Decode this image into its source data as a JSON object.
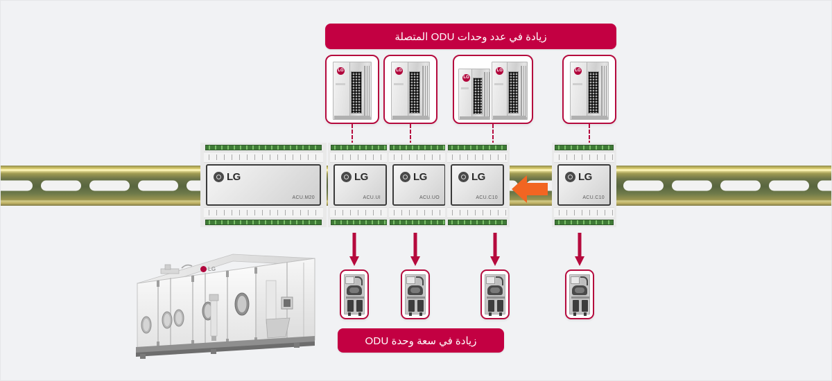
{
  "page": {
    "title": "LG AHU Communication Kit — Expandability Diagram",
    "background_color": "#f1f2f4"
  },
  "colors": {
    "crimson": "#c30042",
    "crimson_border": "#b50a3d",
    "orange_arrow": "#f26522",
    "rail_olive": "#6a7348",
    "rail_gold": "#c6b86a",
    "white": "#ffffff"
  },
  "callouts": {
    "top": {
      "text": "زيادة في عدد وحدات ODU المتصلة",
      "color": "#c30042"
    },
    "bottom": {
      "text": "زيادة في سعة وحدة ODU",
      "color": "#c30042"
    }
  },
  "odu_boxes": [
    {
      "id": "odu-1",
      "unit_count": 1,
      "brand": "LG",
      "alt": "outdoor-unit-single"
    },
    {
      "id": "odu-2",
      "unit_count": 1,
      "brand": "LG",
      "alt": "outdoor-unit-single"
    },
    {
      "id": "odu-3",
      "unit_count": 2,
      "brand": "LG",
      "alt": "outdoor-unit-pair"
    },
    {
      "id": "odu-4",
      "unit_count": 1,
      "brand": "LG",
      "alt": "outdoor-unit-single"
    }
  ],
  "modules": [
    {
      "id": "module-1",
      "brand": "LG",
      "model": "ACU.M20",
      "type": "main-controller"
    },
    {
      "id": "module-2",
      "brand": "LG",
      "model": "ACU.UI",
      "type": "universal-input"
    },
    {
      "id": "module-3",
      "brand": "LG",
      "model": "ACU.UO",
      "type": "universal-output"
    },
    {
      "id": "module-4",
      "brand": "LG",
      "model": "ACU.C10",
      "type": "communication"
    },
    {
      "id": "module-5",
      "brand": "LG",
      "model": "ACU.C10",
      "type": "communication-expansion"
    }
  ],
  "devices": [
    {
      "id": "dev-1",
      "alt": "valve-actuator"
    },
    {
      "id": "dev-2",
      "alt": "valve-actuator"
    },
    {
      "id": "dev-3",
      "alt": "valve-actuator"
    },
    {
      "id": "dev-4",
      "alt": "valve-actuator"
    }
  ],
  "ahu": {
    "brand": "LG",
    "alt": "air-handling-unit"
  },
  "insert_arrow": {
    "direction": "left",
    "color": "#f26522",
    "alt": "module-insertion-arrow"
  },
  "din_rail": {
    "alt": "din-rail-mounting-track",
    "slot_count": 20
  }
}
